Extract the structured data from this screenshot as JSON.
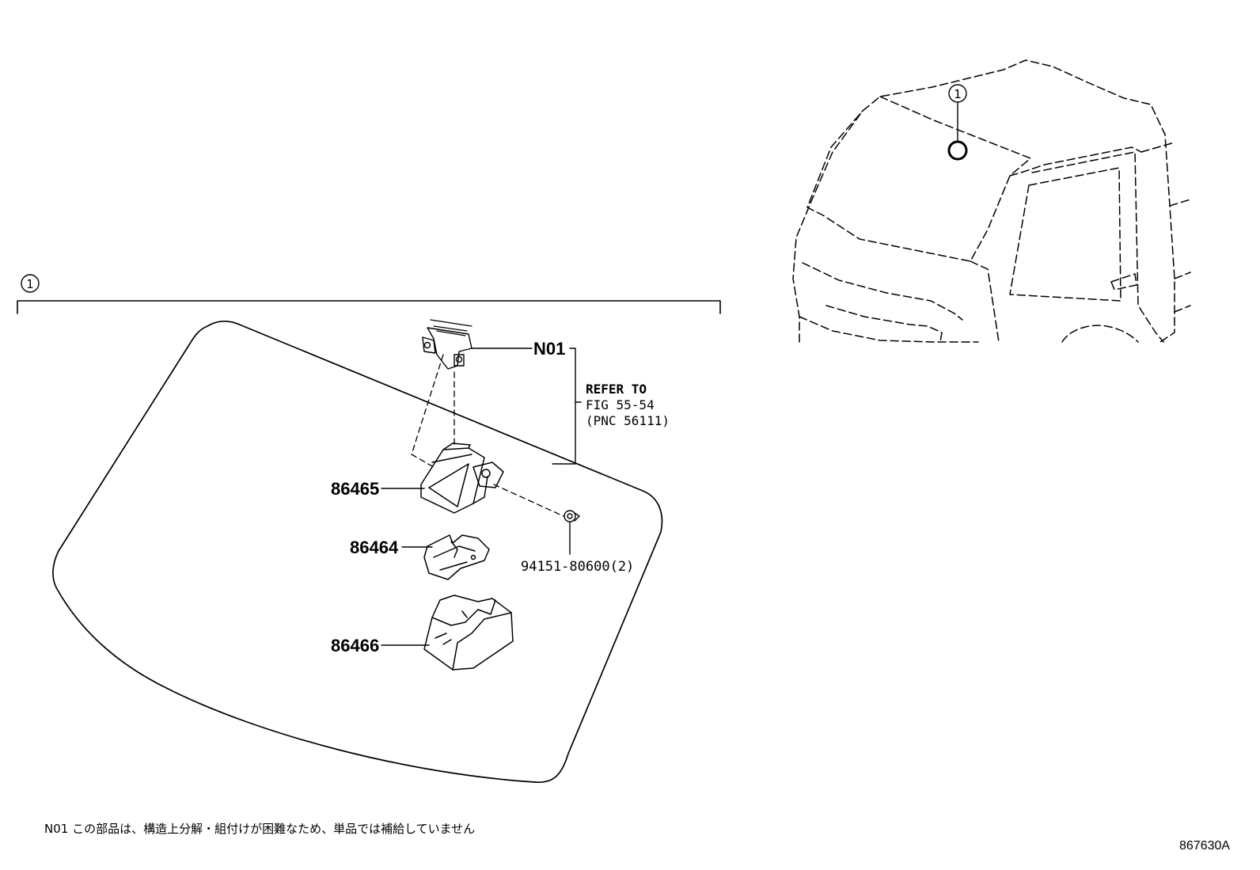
{
  "callout_number": "1",
  "parts": {
    "n01": "N01",
    "p86465": "86465",
    "p86464": "86464",
    "p86466": "86466",
    "bolt": "94151-80600(2)"
  },
  "refer": {
    "line1": "REFER TO",
    "line2": "FIG 55-54",
    "line3": "(PNC 56111)"
  },
  "note": "N01 この部品は、構造上分解・組付けが困難なため、単品では補給していません",
  "figure_code": "867630A"
}
